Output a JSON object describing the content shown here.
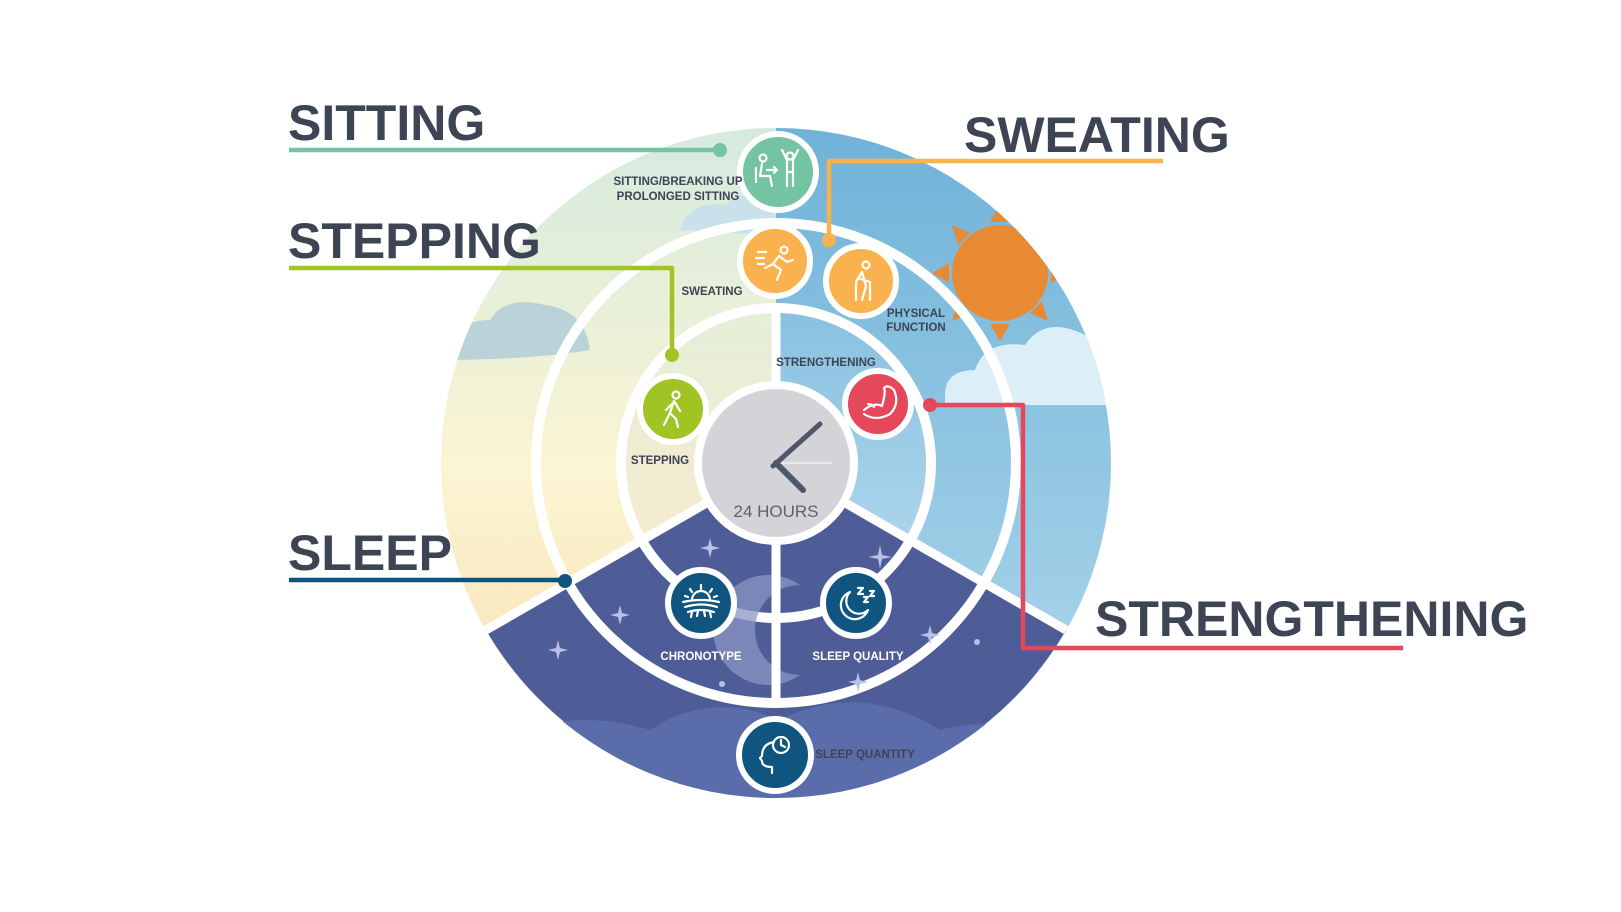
{
  "diagram": {
    "center_label": "24 HOURS",
    "categories": [
      {
        "id": "sitting",
        "title": "SITTING",
        "color": "#74c3a3"
      },
      {
        "id": "stepping",
        "title": "STEPPING",
        "color": "#a1c425"
      },
      {
        "id": "sweating",
        "title": "SWEATING",
        "color": "#fab24e"
      },
      {
        "id": "strengthening",
        "title": "STRENGTHENING",
        "color": "#e5485b"
      },
      {
        "id": "sleep",
        "title": "SLEEP",
        "color": "#0f5580"
      }
    ],
    "nodes": {
      "sitting": {
        "line1": "SITTING/BREAKING UP",
        "line2": "PROLONGED SITTING",
        "icon": "sit-stand-icon"
      },
      "sweating": {
        "label": "SWEATING",
        "icon": "running-icon"
      },
      "physical_function": {
        "line1": "PHYSICAL",
        "line2": "FUNCTION",
        "icon": "elderly-cane-icon"
      },
      "stepping": {
        "label": "STEPPING",
        "icon": "walking-icon"
      },
      "strengthening": {
        "label": "STRENGTHENING",
        "icon": "flexed-arm-icon"
      },
      "chronotype": {
        "label": "CHRONOTYPE",
        "icon": "sunrise-icon"
      },
      "sleep_quality": {
        "label": "SLEEP QUALITY",
        "icon": "moon-zzz-icon"
      },
      "sleep_quantity": {
        "label": "SLEEP QUANTITY",
        "icon": "head-clock-icon"
      }
    },
    "colors": {
      "title_text": "#3d4454",
      "sky_day": "#75b5d9",
      "night": "#4e5d97",
      "sun": "#e78a33",
      "clock_face": "#d3d3d8"
    }
  }
}
